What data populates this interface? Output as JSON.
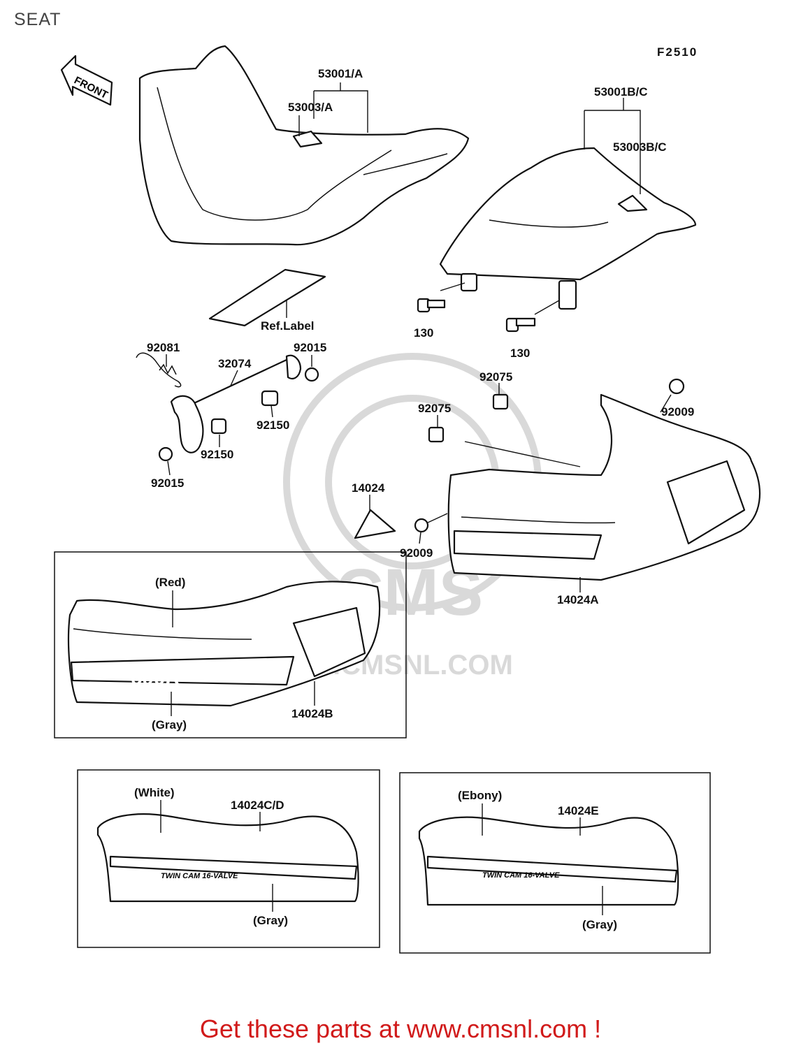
{
  "header": {
    "title": "SEAT",
    "figure_code": "F2510"
  },
  "front_arrow": "FRONT",
  "watermark": {
    "brand": "CMS",
    "url": "WWW.CMSNL.COM"
  },
  "labels": {
    "seat_front": "53001/A",
    "seat_front_cover": "53003/A",
    "seat_rear": "53001B/C",
    "seat_rear_cover": "53003B/C",
    "ref_label": "Ref.Label",
    "bolt_a": "130",
    "bolt_b": "130",
    "spring": "92081",
    "rod": "32074",
    "nut_top": "92015",
    "nut_bottom": "92015",
    "collar_a": "92150",
    "collar_b": "92150",
    "clip_a": "92075",
    "clip_b": "92075",
    "bolt_top": "92009",
    "bolt_mid": "92009",
    "bracket": "14024",
    "cover_a": "14024A",
    "cover_b": "14024B",
    "cover_cd": "14024C/D",
    "cover_e": "14024E"
  },
  "decals": {
    "model": "600R",
    "engine": "TWIN CAM 16-VALVE"
  },
  "color_notes": {
    "red": "(Red)",
    "gray_b": "(Gray)",
    "white": "(White)",
    "gray_cd": "(Gray)",
    "ebony": "(Ebony)",
    "gray_e": "(Gray)"
  },
  "footer": {
    "cta": "Get these parts at www.cmsnl.com !"
  },
  "colors": {
    "cta": "#d11a1a",
    "line": "#111111",
    "watermark": "#d9d9d9"
  }
}
